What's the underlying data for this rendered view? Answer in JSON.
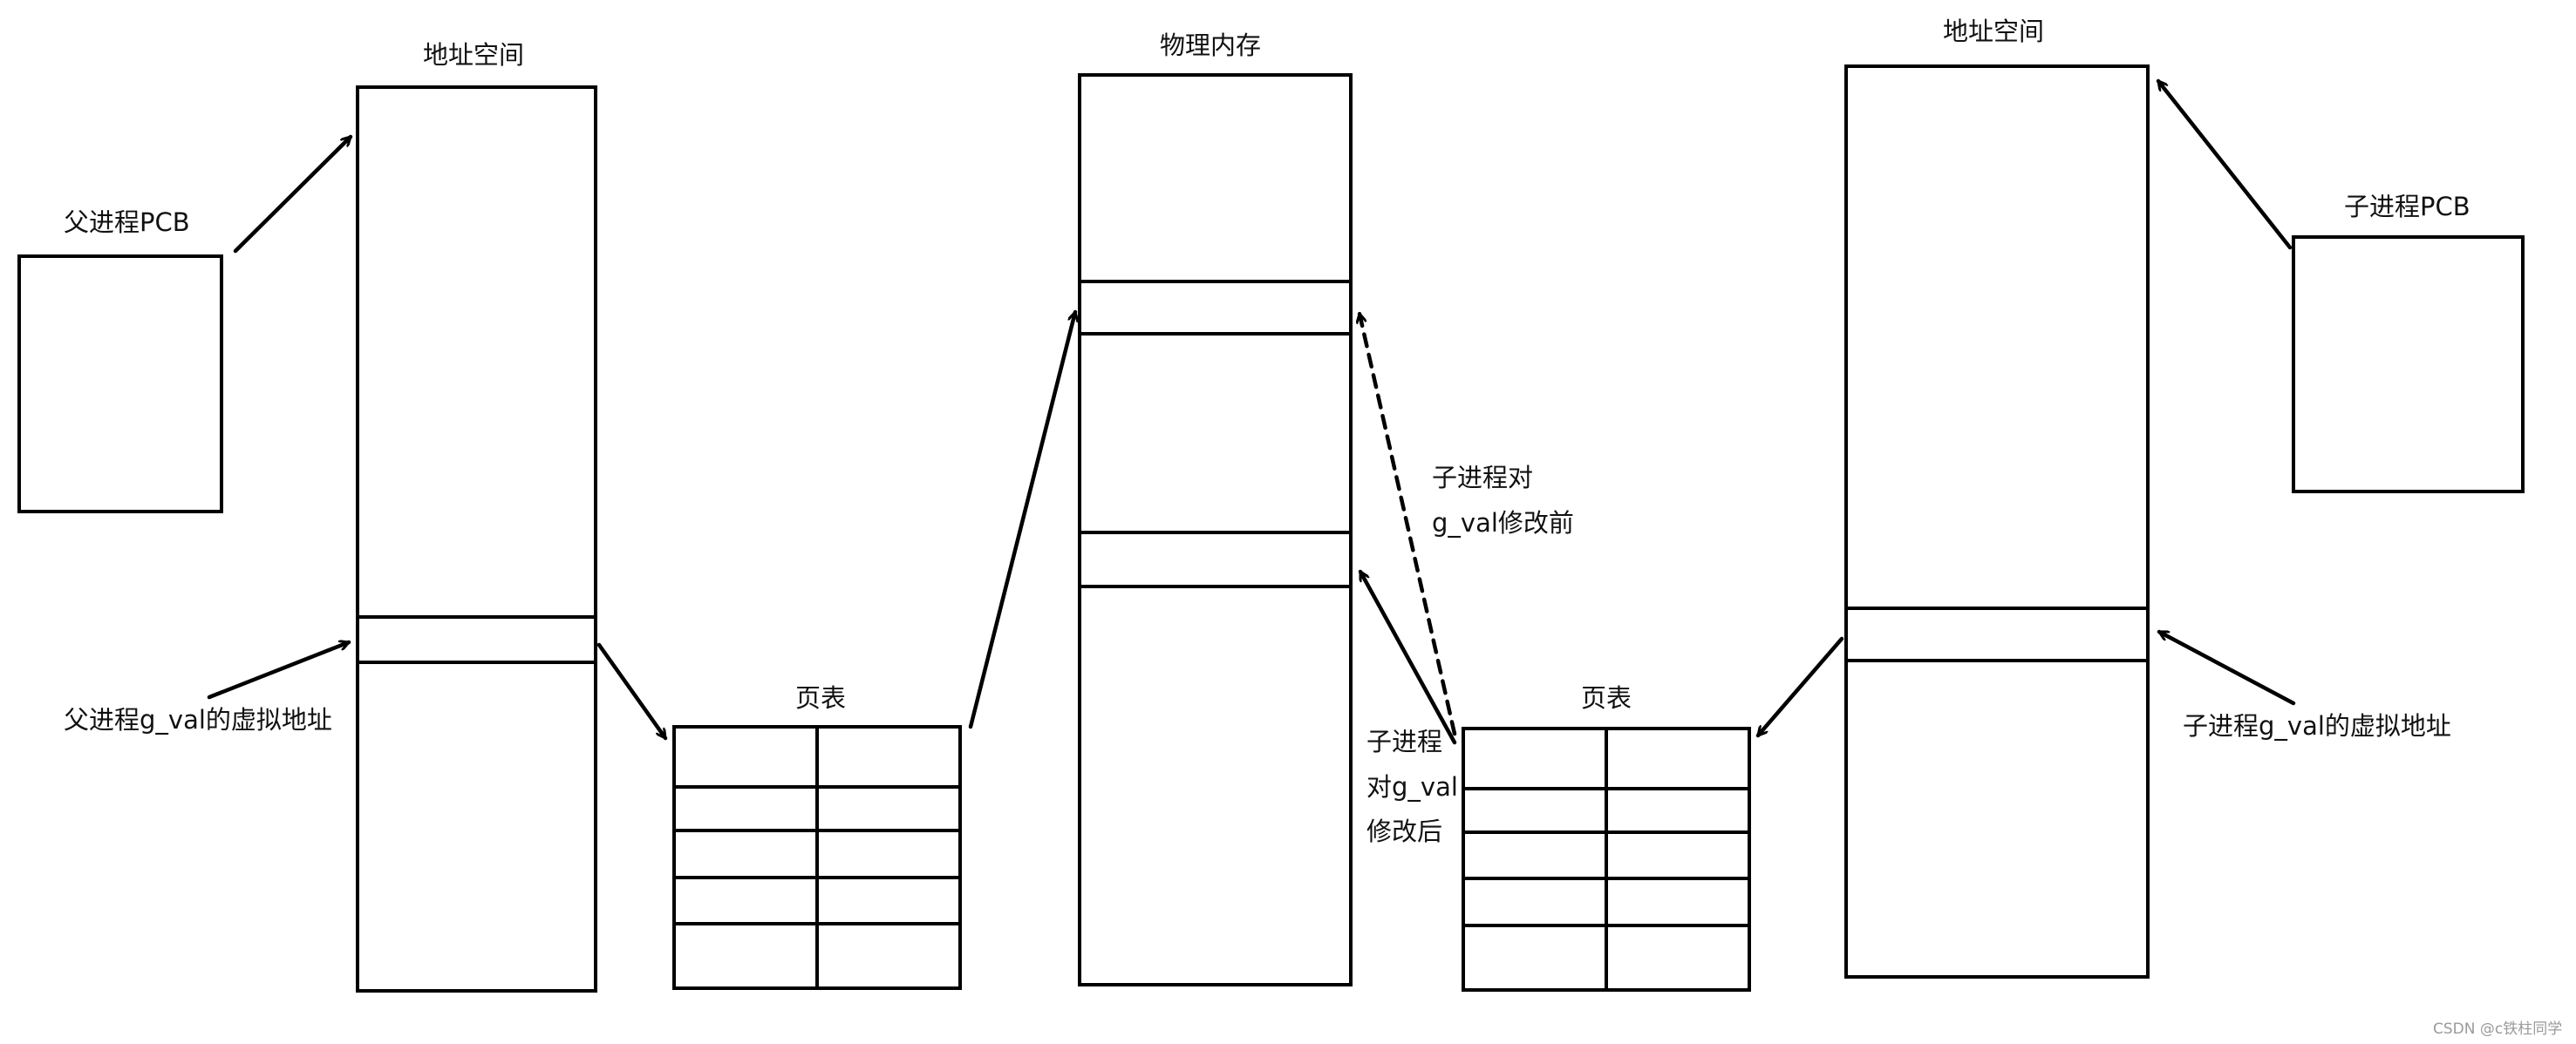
{
  "labels": {
    "parent_addr_space": "地址空间",
    "physical_memory": "物理内存",
    "child_addr_space": "地址空间",
    "parent_pcb": "父进程PCB",
    "child_pcb": "子进程PCB",
    "parent_page_table": "页表",
    "child_page_table": "页表",
    "parent_gval_vaddr": "父进程g_val的虚拟地址",
    "child_gval_vaddr": "子进程g_val的虚拟地址",
    "before_modify_line1": "子进程对",
    "before_modify_line2": "g_val修改前",
    "after_modify_line1": "子进程",
    "after_modify_line2": "对g_val",
    "after_modify_line3": "修改后"
  },
  "watermark": "CSDN @c铁柱同学"
}
